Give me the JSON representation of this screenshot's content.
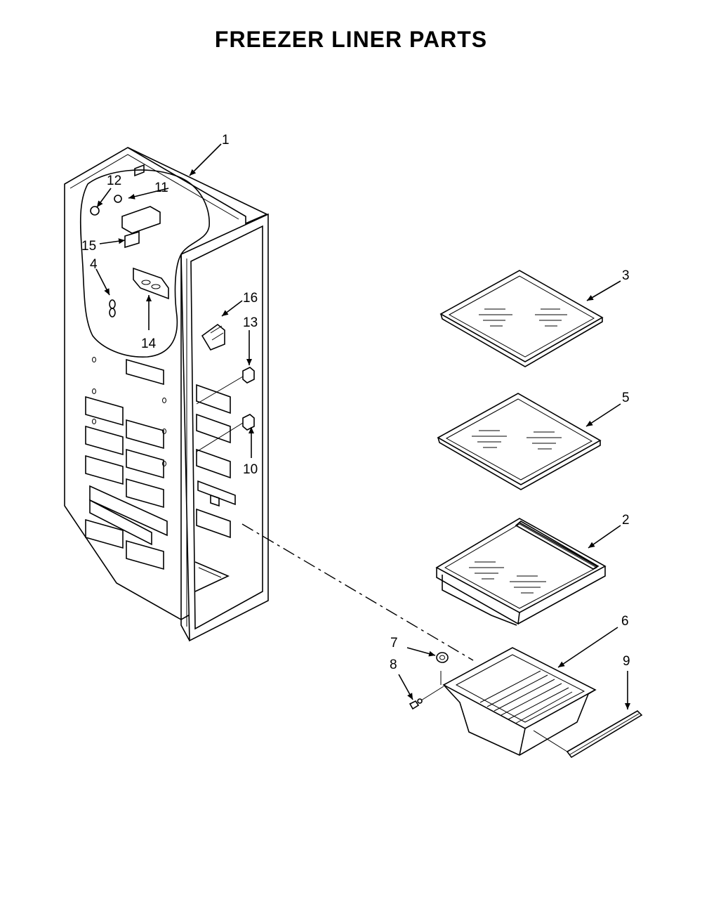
{
  "title": "FREEZER LINER PARTS",
  "callouts": {
    "c1": "1",
    "c2": "2",
    "c3": "3",
    "c4": "4",
    "c5": "5",
    "c6": "6",
    "c7": "7",
    "c8": "8",
    "c9": "9",
    "c10": "10",
    "c11": "11",
    "c12": "12",
    "c13": "13",
    "c14": "14",
    "c15": "15",
    "c16": "16"
  }
}
